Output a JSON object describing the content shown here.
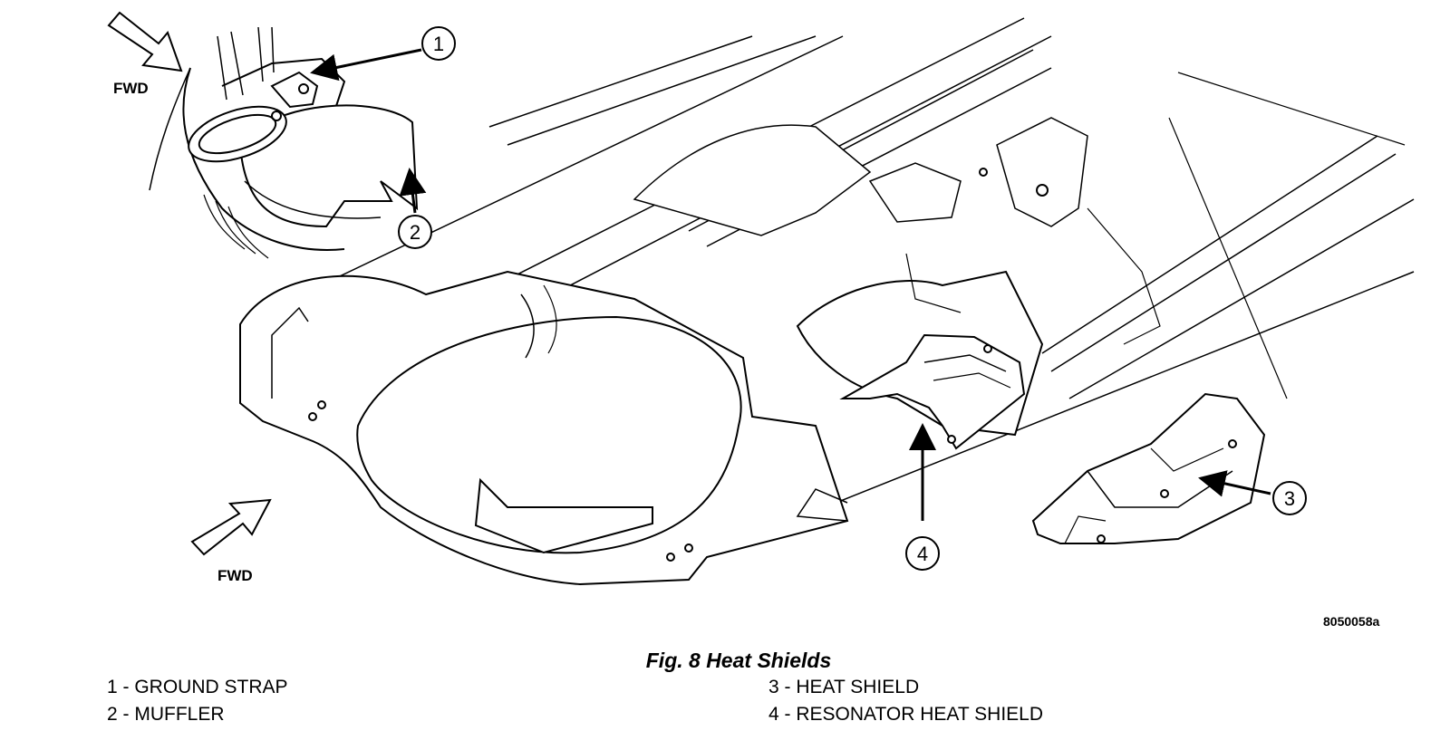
{
  "figure": {
    "id": "8050058a",
    "caption": "Fig. 8 Heat Shields",
    "fwd_label": "FWD",
    "callouts": [
      "1",
      "2",
      "3",
      "4"
    ]
  },
  "legend": [
    {
      "text": "1 - GROUND STRAP"
    },
    {
      "text": "2 - MUFFLER"
    },
    {
      "text": "3 - HEAT SHIELD"
    },
    {
      "text": "4 - RESONATOR HEAT SHIELD"
    }
  ]
}
